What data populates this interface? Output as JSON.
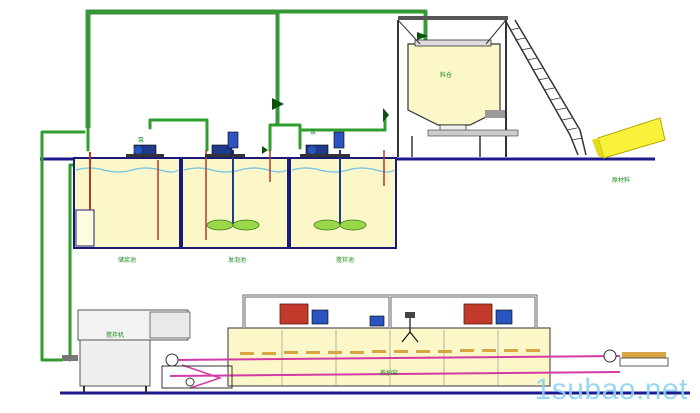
{
  "labels": {
    "tank1": "储浆池",
    "tank2": "发泡池",
    "tank3": "搅拌池",
    "pump_a": "泵",
    "pump_b": "泵",
    "silo": "料仓",
    "material": "原材料",
    "mixer": "搅拌机",
    "kiln": "养护窑"
  },
  "watermark": "1subao.net",
  "colors": {
    "pipe_green": "#2e9e2e",
    "water": "#fbf7c8",
    "tank_wall": "#1a1a7a",
    "pump_body": "#1e3a8a",
    "accent_red": "#c0392b",
    "conveyor": "#d23ba5",
    "floor": "#1b1b8f"
  }
}
